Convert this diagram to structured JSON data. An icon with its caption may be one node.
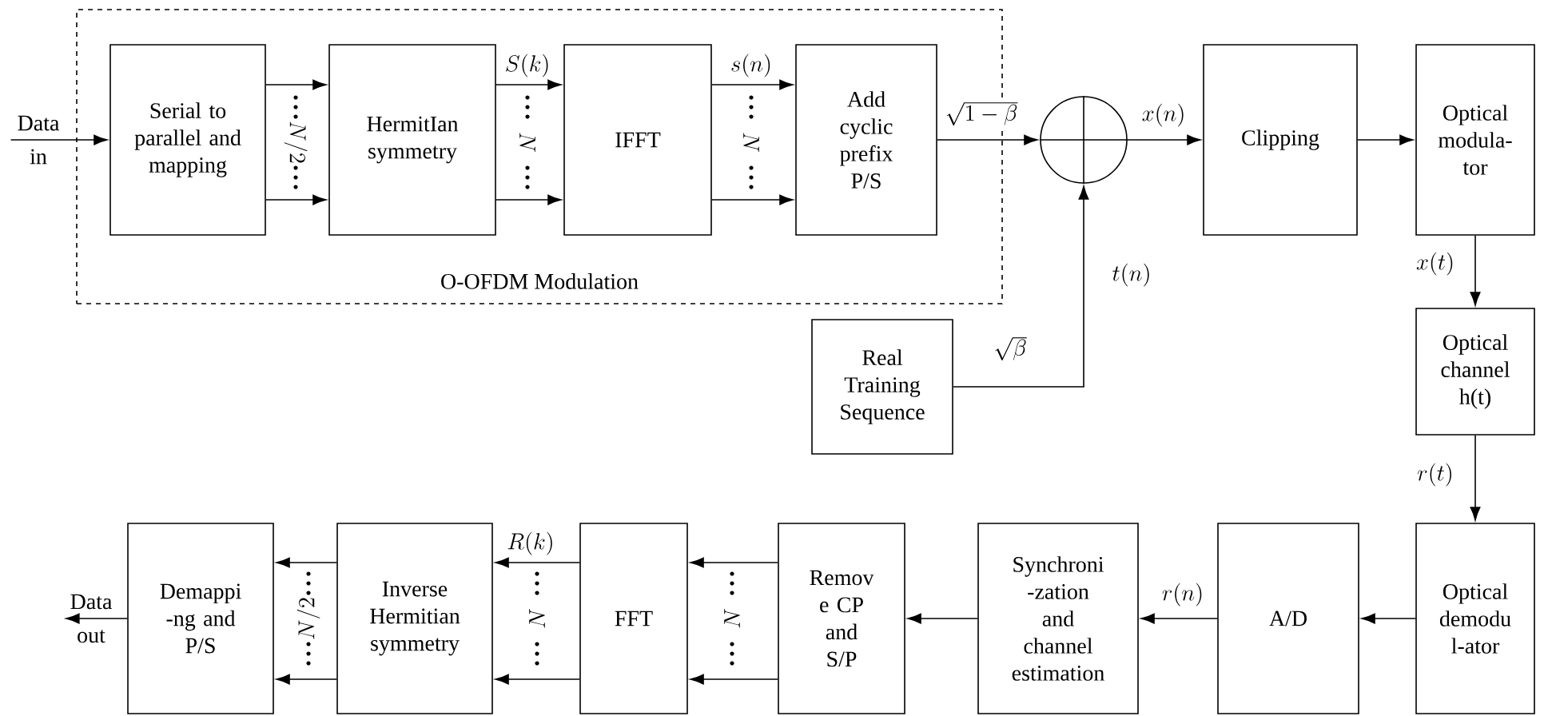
{
  "diagram": {
    "nodes": [
      {
        "text": [
          "Data in"
        ]
      },
      {
        "text": [
          "O-OFDM Modulation"
        ]
      },
      {
        "text": [
          "Serial to parallel and mapping"
        ],
        "in": 1
      },
      {
        "text": [
          "HermitIan symmetry"
        ],
        "in": 1
      },
      {
        "text": [
          "IFFT"
        ],
        "in": 1
      },
      {
        "text": [
          "Add cyclic prefix P/S"
        ],
        "in": 1
      },
      {
        "text": [],
        "shape": "circle"
      },
      {
        "text": [
          "Real Training Sequence"
        ]
      },
      {
        "text": [
          "Clipping"
        ]
      },
      {
        "text": [
          "Optical modula- tor"
        ]
      },
      {
        "text": [
          "Optical channel h(t)"
        ]
      },
      {
        "text": [
          "Optical demodu l-ator"
        ]
      },
      {
        "text": [
          "A/D"
        ]
      },
      {
        "text": [
          "Synchroni -zation and channel estimation"
        ]
      },
      {
        "text": [
          "Remov e CP and S/P"
        ]
      },
      {
        "text": [
          "FFT"
        ]
      },
      {
        "text": [
          "Inverse Hermitian symmetry"
        ]
      },
      {
        "text": [
          "Demappi -ng and P/S"
        ]
      },
      {
        "text": [
          "Data out"
        ]
      }
    ],
    "edges": [
      {
        "from": 0,
        "to": 2,
        "arrow": "to"
      },
      {
        "from": 2,
        "to": 3,
        "arrow": "to"
      },
      {
        "from": 2,
        "to": 3,
        "arrow": "to"
      },
      {
        "from": 3,
        "to": 4,
        "arrow": "to",
        "label": "S(k)"
      },
      {
        "from": 3,
        "to": 4,
        "arrow": "to"
      },
      {
        "from": 4,
        "to": 5,
        "arrow": "to",
        "label": "s(n)"
      },
      {
        "from": 4,
        "to": 5,
        "arrow": "to"
      },
      {
        "from": 5,
        "to": 6,
        "arrow": "to",
        "label": "\\sqrt{1-\\beta}"
      },
      {
        "from": 7,
        "to": 6,
        "arrow": "to",
        "label": "t(n)"
      },
      {
        "from": 6,
        "to": 8,
        "arrow": "to",
        "label": "x(n)"
      },
      {
        "from": 8,
        "to": 9,
        "arrow": "to"
      },
      {
        "from": 9,
        "to": 10,
        "arrow": "to",
        "label": "x(t)"
      },
      {
        "from": 10,
        "to": 11,
        "arrow": "to",
        "label": "r(t)"
      },
      {
        "from": 11,
        "to": 12,
        "arrow": "to"
      },
      {
        "from": 12,
        "to": 13,
        "arrow": "to",
        "label": "r(n)"
      },
      {
        "from": 13,
        "to": 14,
        "arrow": "to"
      },
      {
        "from": 14,
        "to": 15,
        "arrow": "to"
      },
      {
        "from": 14,
        "to": 15,
        "arrow": "to"
      },
      {
        "from": 15,
        "to": 16,
        "arrow": "to",
        "label": "R(k)"
      },
      {
        "from": 15,
        "to": 16,
        "arrow": "to"
      },
      {
        "from": 16,
        "to": 17,
        "arrow": "to"
      },
      {
        "from": 16,
        "to": 17,
        "arrow": "to"
      },
      {
        "from": 17,
        "to": 18,
        "arrow": "to"
      }
    ],
    "labels": [
      "N/2",
      "N",
      "N",
      "\\sqrt{\\beta}",
      "N/2",
      "N",
      "N"
    ]
  }
}
